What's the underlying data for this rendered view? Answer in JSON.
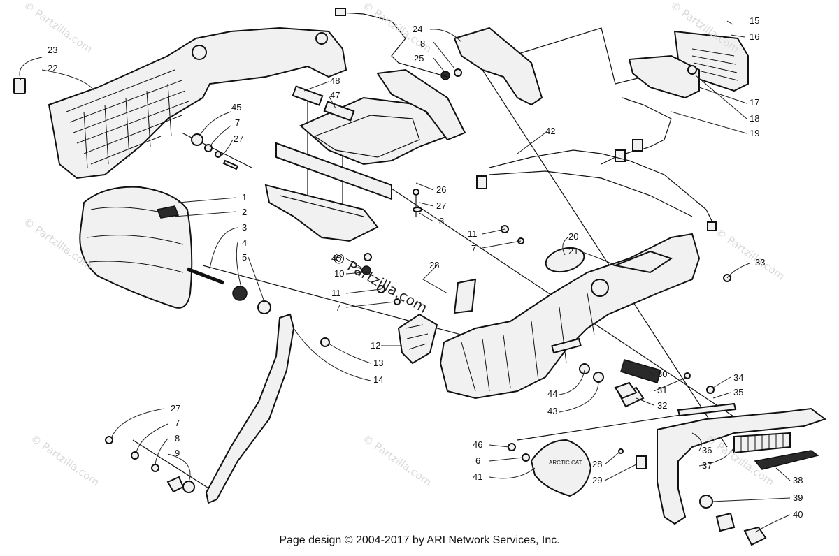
{
  "watermark": "© Partzilla.com",
  "footer": "Page design © 2004-2017 by ARI Network Services, Inc.",
  "callouts": [
    "23",
    "22",
    "45",
    "7",
    "27",
    "1",
    "2",
    "3",
    "4",
    "5",
    "48",
    "47",
    "24",
    "8",
    "25",
    "26",
    "27",
    "8",
    "42",
    "15",
    "16",
    "17",
    "18",
    "19",
    "11",
    "7",
    "20",
    "21",
    "33",
    "45",
    "10",
    "28",
    "11",
    "7",
    "12",
    "13",
    "14",
    "30",
    "31",
    "32",
    "34",
    "35",
    "44",
    "43",
    "27",
    "7",
    "8",
    "9",
    "46",
    "6",
    "41",
    "28",
    "29",
    "36",
    "37",
    "38",
    "39",
    "40"
  ]
}
